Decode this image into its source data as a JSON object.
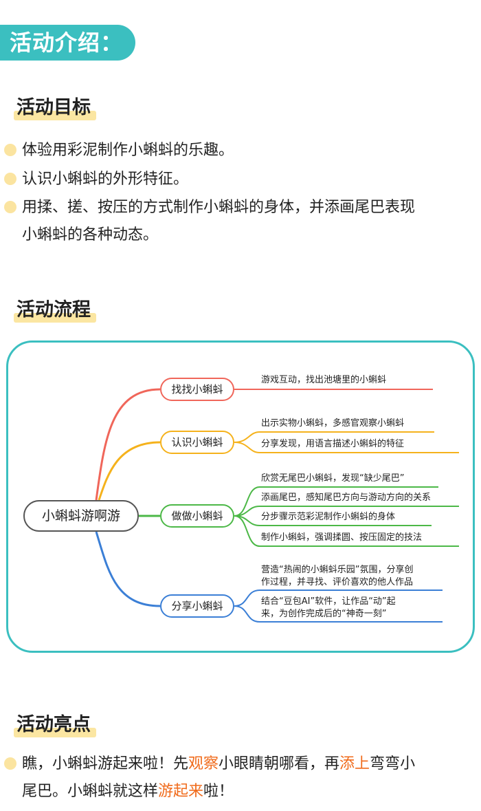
{
  "header": {
    "title": "活动介绍："
  },
  "goals": {
    "title": "活动目标",
    "items": [
      "体验用彩泥制作小蝌蚪的乐趣。",
      "认识小蝌蚪的外形特征。",
      "用揉、搓、按压的方式制作小蝌蚪的身体，并添画尾巴表现",
      "小蝌蚪的各种动态。"
    ]
  },
  "process": {
    "title": "活动流程",
    "root": "小蝌蚪游啊游",
    "branches": [
      {
        "label": "找找小蝌蚪",
        "color": "#f0665a",
        "leaves": [
          "游戏互动，找出池塘里的小蝌蚪"
        ]
      },
      {
        "label": "认识小蝌蚪",
        "color": "#f5b21c",
        "leaves": [
          "出示实物小蝌蚪，多感官观察小蝌蚪",
          "分享发现，用语言描述小蝌蚪的特征"
        ]
      },
      {
        "label": "做做小蝌蚪",
        "color": "#4cb847",
        "leaves": [
          "欣赏无尾巴小蝌蚪，发现“缺少尾巴”",
          "添画尾巴，感知尾巴方向与游动方向的关系",
          "分步骤示范彩泥制作小蝌蚪的身体",
          "制作小蝌蚪，强调揉圆、按压固定的技法"
        ]
      },
      {
        "label": "分享小蝌蚪",
        "color": "#3b7fd6",
        "leaves": [
          "营造“热闹的小蝌蚪乐园”氛围，分享创",
          "作过程，并寻找、评价喜欢的他人作品",
          "结合“豆包AI”软件，让作品“动”起",
          "来，为创作完成后的“神奇一刻”"
        ]
      }
    ]
  },
  "highlights": {
    "title": "活动亮点",
    "line1": {
      "a": "瞧，小蝌蚪游起来啦！先",
      "b": "观察",
      "c": "小眼睛朝哪看，再",
      "d": "添上",
      "e": "弯弯小"
    },
    "line2": {
      "a": "尾巴。小蝌蚪就这样",
      "b": "游起来",
      "c": "啦！"
    }
  },
  "colors": {
    "accent": "#3bbfc0",
    "highlight": "#fbe6a2",
    "emphasis": "#f06a1a"
  }
}
